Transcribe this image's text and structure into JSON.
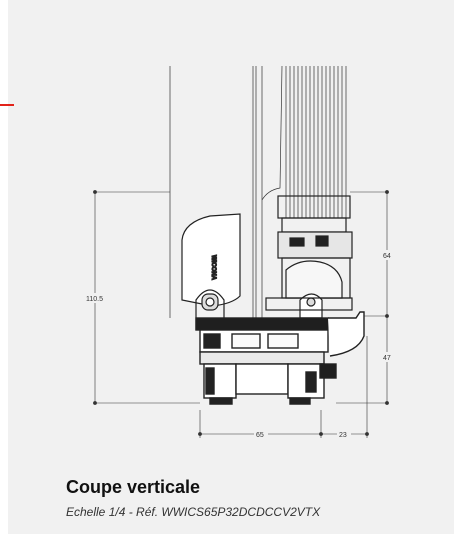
{
  "caption": {
    "title": "Coupe verticale",
    "subtitle": "Echelle 1/4 - Réf. WWICS65P32DCDCCV2VTX"
  },
  "dimensions": {
    "total_height": "110.5",
    "upper_height": "64",
    "lower_height": "47",
    "width_left": "65",
    "width_right": "23"
  },
  "logo_text": "WICONA",
  "colors": {
    "accent": "#e2231a",
    "background": "#f1f1f1",
    "profile": "#222222"
  }
}
